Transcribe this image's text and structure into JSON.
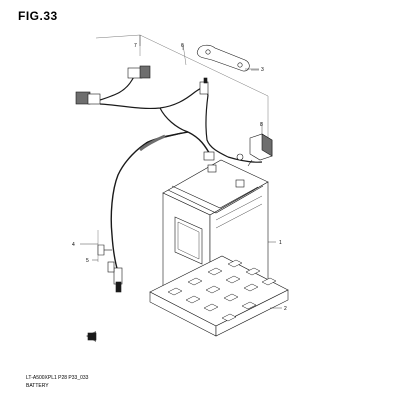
{
  "figure": {
    "title": "FIG.33",
    "code": "LT-A500XPL1 P28 P33_033",
    "name": "BATTERY"
  },
  "callouts": [
    "1",
    "2",
    "3",
    "4",
    "5",
    "6",
    "7",
    "8"
  ],
  "colors": {
    "line": "#1a1a1a",
    "shade": "#6e6e6e",
    "fill": "#ffffff"
  }
}
